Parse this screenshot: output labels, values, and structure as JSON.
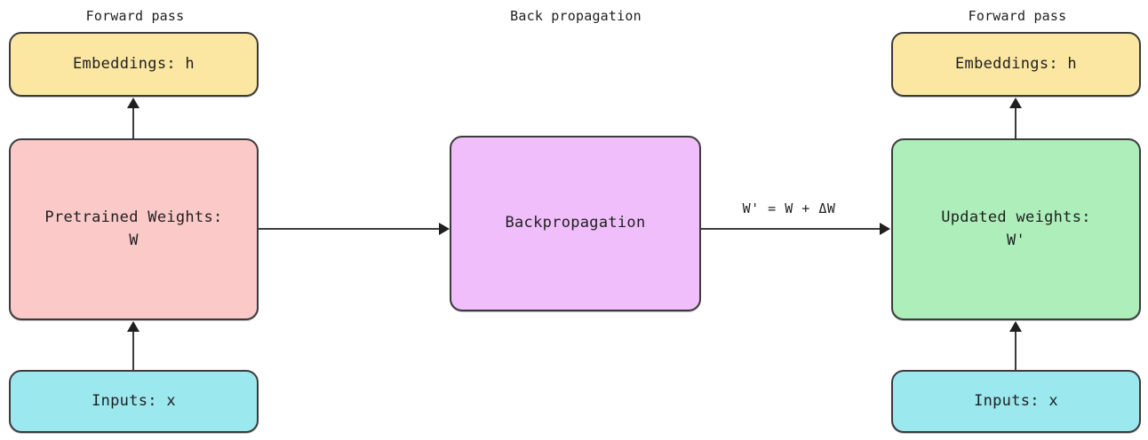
{
  "diagram": {
    "title_labels": [
      {
        "id": "forward-pass-left",
        "text": "Forward pass"
      },
      {
        "id": "back-propagation",
        "text": "Back propagation"
      },
      {
        "id": "forward-pass-right",
        "text": "Forward pass"
      }
    ],
    "nodes": {
      "embeddings_left": {
        "label": "Embeddings: h",
        "color": "#fbe6a2"
      },
      "pretrained": {
        "label": "Pretrained Weights:\nW",
        "color": "#fbc9c8"
      },
      "inputs_left": {
        "label": "Inputs: x",
        "color": "#9ce8ef"
      },
      "backpropagation": {
        "label": "Backpropagation",
        "color": "#f0bffb"
      },
      "embeddings_right": {
        "label": "Embeddings: h",
        "color": "#fbe6a2"
      },
      "updated": {
        "label": "Updated weights:\nW'",
        "color": "#adeeba"
      },
      "inputs_right": {
        "label": "Inputs: x",
        "color": "#9ce8ef"
      }
    },
    "edges": {
      "weight_update_label": "W' = W + ΔW"
    },
    "colors": {
      "stroke": "#3b3b3b",
      "arrow": "#1f1f1f",
      "background": "#ffffff"
    }
  }
}
